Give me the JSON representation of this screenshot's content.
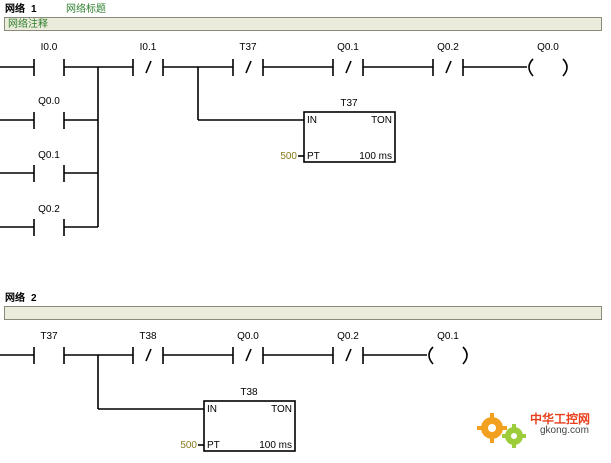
{
  "networks": [
    {
      "label": "网络",
      "number": "1",
      "title": "网络标题",
      "comment": "网络注释",
      "contacts": [
        {
          "label": "I0.0",
          "negated": false
        },
        {
          "label": "Q0.0",
          "negated": false
        },
        {
          "label": "Q0.1",
          "negated": false
        },
        {
          "label": "Q0.2",
          "negated": false
        },
        {
          "label": "I0.1",
          "negated": true
        },
        {
          "label": "T37",
          "negated": true
        },
        {
          "label": "Q0.1",
          "negated": true
        },
        {
          "label": "Q0.2",
          "negated": true
        }
      ],
      "coil": {
        "label": "Q0.0"
      },
      "timer": {
        "name": "T37",
        "type": "TON",
        "in_label": "IN",
        "pt_label": "PT",
        "pt_value": "500",
        "unit": "100 ms"
      }
    },
    {
      "label": "网络",
      "number": "2",
      "title": "",
      "comment": "",
      "contacts": [
        {
          "label": "T37",
          "negated": false
        },
        {
          "label": "T38",
          "negated": true
        },
        {
          "label": "Q0.0",
          "negated": true
        },
        {
          "label": "Q0.2",
          "negated": true
        }
      ],
      "coil": {
        "label": "Q0.1"
      },
      "timer": {
        "name": "T38",
        "type": "TON",
        "in_label": "IN",
        "pt_label": "PT",
        "pt_value": "500",
        "unit": "100 ms"
      }
    }
  ],
  "watermark": {
    "cn": "中华工控网",
    "en": "gkong.com"
  }
}
